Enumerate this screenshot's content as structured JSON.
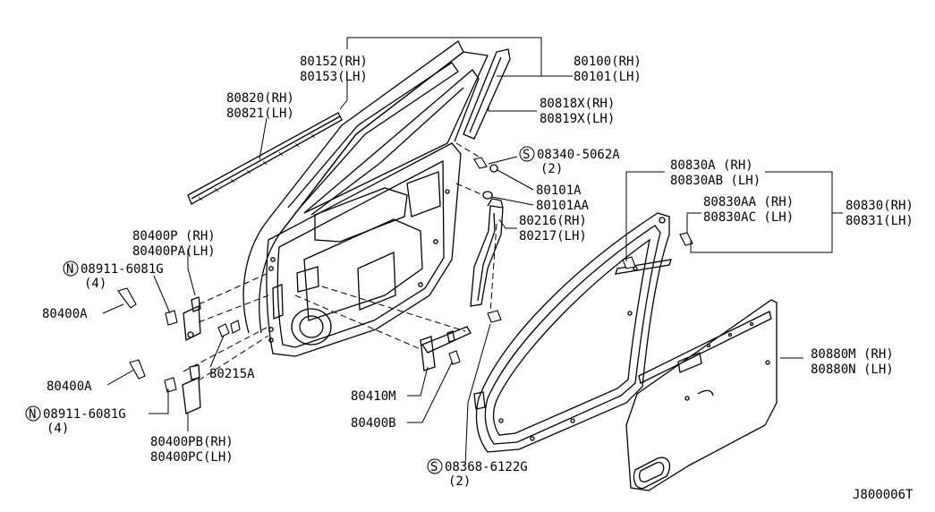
{
  "diagram_id": "J800006T",
  "labels": {
    "run_channel": [
      "80152(RH)",
      "80153(LH)"
    ],
    "door_panel": [
      "80100(RH)",
      "80101(LH)"
    ],
    "outer_molding": [
      "80820(RH)",
      "80821(LH)"
    ],
    "glass_seal": [
      "80818X(RH)",
      "80819X(LH)"
    ],
    "screw_s": [
      "08340-5062A",
      "(2)"
    ],
    "plug_a": "80101A",
    "plug_aa": "80101AA",
    "weatherstrip_a": [
      "80830A (RH)",
      "80830AB (LH)"
    ],
    "weatherstrip_aa": [
      "80830AA (RH)",
      "80830AC (LH)"
    ],
    "weatherstrip": [
      "80830(RH)",
      "80831(LH)"
    ],
    "sash": [
      "80216(RH)",
      "80217(LH)"
    ],
    "upper_hinge": [
      "80400P (RH)",
      "80400PA(LH)"
    ],
    "nut_upper": [
      "08911-6081G",
      "(4)"
    ],
    "bolt_upper": "80400A",
    "bolt_lower": "80400A",
    "nut_lower": [
      "08911-6081G",
      "(4)"
    ],
    "lower_hinge": [
      "80400PB(RH)",
      "80400PC(LH)"
    ],
    "stopper_bolt": "80215A",
    "check_link": "80410M",
    "check_bolt": "80400B",
    "screw_s2": [
      "08368-6122G",
      "(2)"
    ],
    "trim": [
      "80880M (RH)",
      "80880N (LH)"
    ],
    "n_symbol": "N",
    "s_symbol": "S"
  }
}
